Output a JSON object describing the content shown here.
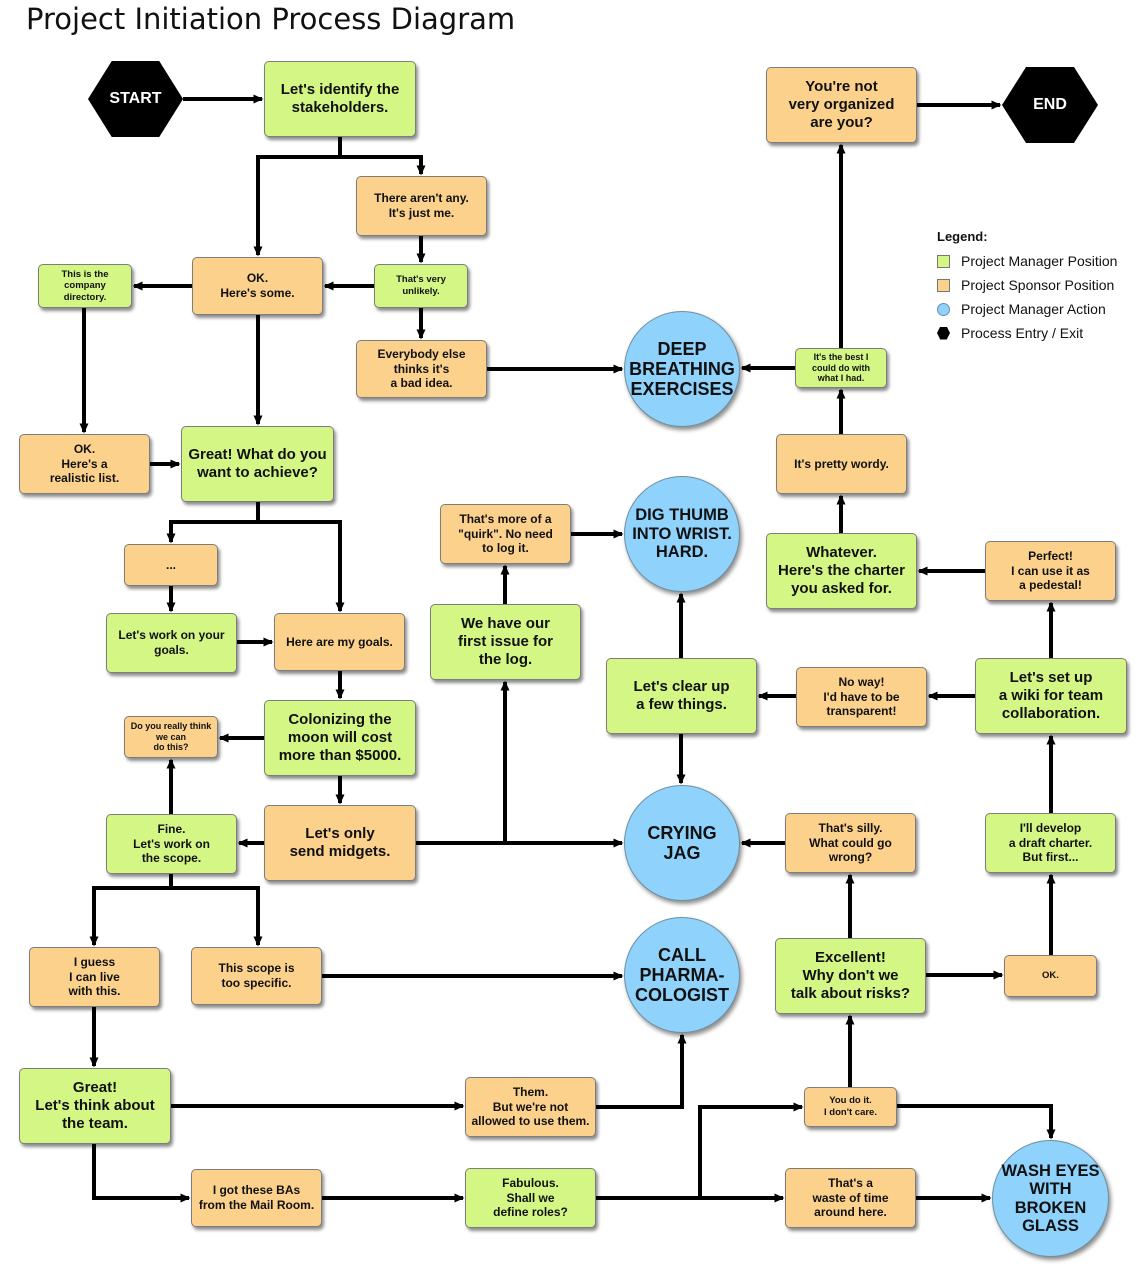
{
  "title": "Project Initiation Process Diagram",
  "legend": {
    "title": "Legend:",
    "items": [
      {
        "label": "Project Manager Position",
        "kind": "pm",
        "color": "#d3f685"
      },
      {
        "label": "Project Sponsor Position",
        "kind": "sp",
        "color": "#fbd18c"
      },
      {
        "label": "Project Manager Action",
        "kind": "act",
        "color": "#8fd2fb"
      },
      {
        "label": "Process Entry / Exit",
        "kind": "hex",
        "color": "#000000"
      }
    ]
  },
  "nodes": {
    "start": "START",
    "end": "END",
    "identify": "Let's identify the\nstakeholders.",
    "none": "There aren't any.\nIt's just me.",
    "unlikely": "That's very\nunlikely.",
    "some": "OK.\nHere's some.",
    "directory": "This is the\ncompany\ndirectory.",
    "badidea": "Everybody else\nthinks it's\na bad idea.",
    "deep": "DEEP\nBREATHING\nEXERCISES",
    "bestcould": "It's the best I\ncould do with\nwhat I had.",
    "notorganized": "You're not\nvery organized\nare you?",
    "realistic": "OK.\nHere's a\nrealistic list.",
    "achieve": "Great! What do you\nwant to achieve?",
    "wordy": "It's pretty wordy.",
    "quirk": "That's more of a\n\"quirk\". No need\nto log it.",
    "dig": "DIG THUMB\nINTO WRIST.\nHARD.",
    "dots": "...",
    "workgoals": "Let's work on your\ngoals.",
    "mygoals": "Here are my goals.",
    "firstissue": "We have our\nfirst issue for\nthe log.",
    "whatever": "Whatever.\nHere's the charter\nyou asked for.",
    "pedestal": "Perfect!\nI can use it as\na pedestal!",
    "clearup": "Let's clear up\na few things.",
    "noway": "No way!\nI'd have to be\ntransparent!",
    "wiki": "Let's set up\na wiki for team\ncollaboration.",
    "reallythink": "Do you really think\nwe can\ndo this?",
    "moon": "Colonizing the\nmoon will cost\nmore than $5000.",
    "scope": "Fine.\nLet's work on\nthe scope.",
    "midgets": "Let's only\nsend midgets.",
    "crying": "CRYING\nJAG",
    "silly": "That's silly.\nWhat could go\nwrong?",
    "draft": "I'll develop\na draft charter.\nBut first...",
    "liveWith": "I guess\nI can live\nwith this.",
    "tooSpecific": "This scope is\ntoo specific.",
    "pharma": "CALL\nPHARMA-\nCOLOGIST",
    "excellent": "Excellent!\nWhy don't we\ntalk about risks?",
    "ok": "OK.",
    "team": "Great!\nLet's think about\nthe team.",
    "them": "Them.\nBut we're not\nallowed to use them.",
    "youdo": "You do it.\nI don't care.",
    "bas": "I got these BAs\nfrom the Mail Room.",
    "fabulous": "Fabulous.\nShall we\ndefine roles?",
    "waste": "That's a\nwaste of time\naround here.",
    "wash": "WASH EYES\nWITH\nBROKEN\nGLASS"
  }
}
